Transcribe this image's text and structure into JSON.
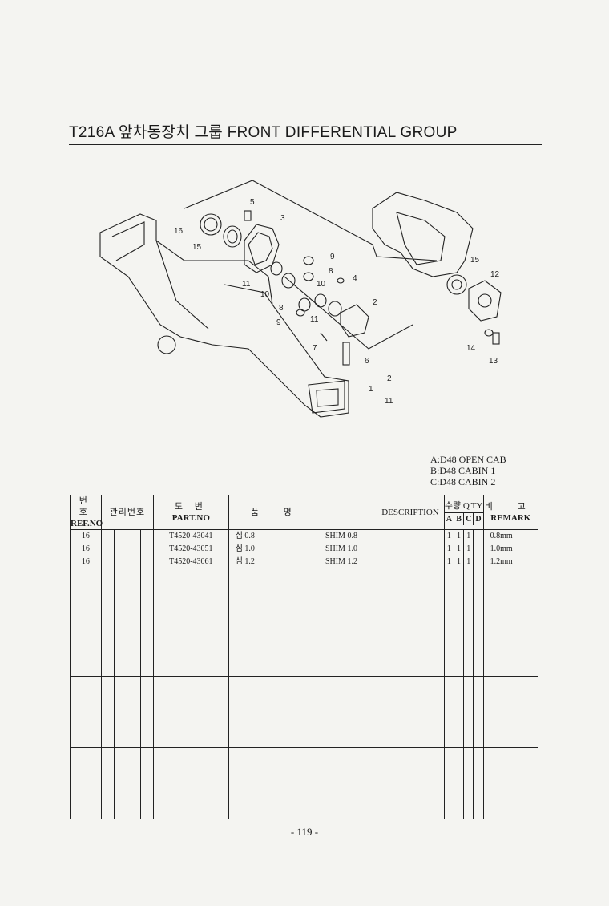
{
  "header": {
    "title": "T216A 앞차동장치 그룹 FRONT DIFFERENTIAL GROUP"
  },
  "diagram": {
    "callouts": [
      "16",
      "15",
      "5",
      "3",
      "9",
      "8",
      "11",
      "10",
      "4",
      "10",
      "8",
      "9",
      "11",
      "2",
      "7",
      "6",
      "15",
      "12",
      "14",
      "13",
      "1",
      "2",
      "11"
    ]
  },
  "legend": {
    "a": "A:D48 OPEN CAB",
    "b": "B:D48 CABIN 1",
    "c": "C:D48 CABIN 2"
  },
  "table": {
    "headers": {
      "ref_ko": "번 호",
      "ref_en": "REF.NO",
      "mgmt_ko": "관리번호",
      "part_ko": "도 번",
      "part_en": "PART.NO",
      "name_ko": "품 명",
      "desc_en": "DESCRIPTION",
      "qty_ko": "수량 Q'TY",
      "qty_a": "A",
      "qty_b": "B",
      "qty_c": "C",
      "qty_d": "D",
      "remark_ko": "비 고",
      "remark_en": "REMARK"
    },
    "rows": [
      {
        "ref": "16",
        "part": "T4520-43041",
        "name_ko": "심 0.8",
        "desc": "SHIM 0.8",
        "a": "1",
        "b": "1",
        "c": "1",
        "d": "",
        "remark": "0.8mm"
      },
      {
        "ref": "16",
        "part": "T4520-43051",
        "name_ko": "심 1.0",
        "desc": "SHIM 1.0",
        "a": "1",
        "b": "1",
        "c": "1",
        "d": "",
        "remark": "1.0mm"
      },
      {
        "ref": "16",
        "part": "T4520-43061",
        "name_ko": "심 1.2",
        "desc": "SHIM 1.2",
        "a": "1",
        "b": "1",
        "c": "1",
        "d": "",
        "remark": "1.2mm"
      }
    ]
  },
  "footer": {
    "page": "- 119 -"
  }
}
